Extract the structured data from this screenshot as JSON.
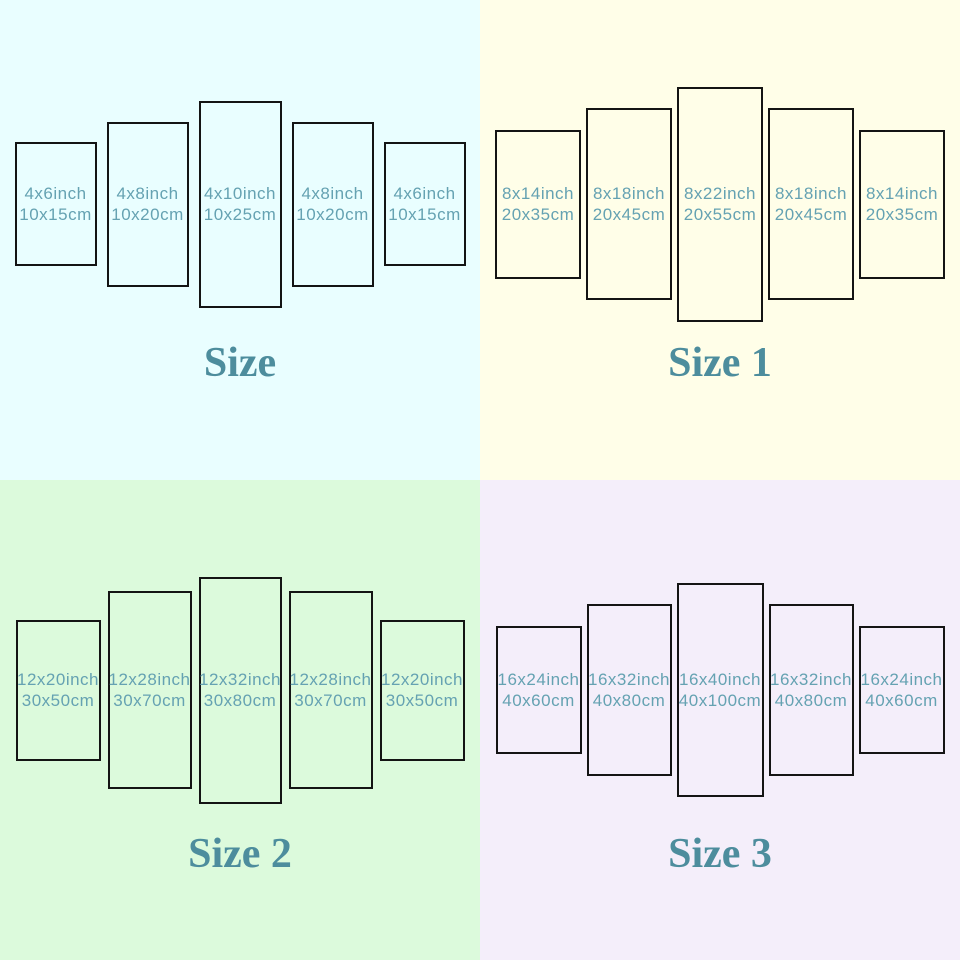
{
  "colors": {
    "label_text": "#65a2b2",
    "title_text": "#4d8d9d",
    "panel_border": "#141414",
    "quadrant_backgrounds": [
      "#e9feff",
      "#fffee8",
      "#dcfadc",
      "#f4eefa"
    ]
  },
  "quadrants": [
    {
      "title": "Size",
      "background": "#e9feff",
      "panels": [
        {
          "inch": "4x6inch",
          "cm": "10x15cm"
        },
        {
          "inch": "4x8inch",
          "cm": "10x20cm"
        },
        {
          "inch": "4x10inch",
          "cm": "10x25cm"
        },
        {
          "inch": "4x8inch",
          "cm": "10x20cm"
        },
        {
          "inch": "4x6inch",
          "cm": "10x15cm"
        }
      ]
    },
    {
      "title": "Size 1",
      "background": "#fffee8",
      "panels": [
        {
          "inch": "8x14inch",
          "cm": "20x35cm"
        },
        {
          "inch": "8x18inch",
          "cm": "20x45cm"
        },
        {
          "inch": "8x22inch",
          "cm": "20x55cm"
        },
        {
          "inch": "8x18inch",
          "cm": "20x45cm"
        },
        {
          "inch": "8x14inch",
          "cm": "20x35cm"
        }
      ]
    },
    {
      "title": "Size 2",
      "background": "#dcfadc",
      "panels": [
        {
          "inch": "12x20inch",
          "cm": "30x50cm"
        },
        {
          "inch": "12x28inch",
          "cm": "30x70cm"
        },
        {
          "inch": "12x32inch",
          "cm": "30x80cm"
        },
        {
          "inch": "12x28inch",
          "cm": "30x70cm"
        },
        {
          "inch": "12x20inch",
          "cm": "30x50cm"
        }
      ]
    },
    {
      "title": "Size 3",
      "background": "#f4eefa",
      "panels": [
        {
          "inch": "16x24inch",
          "cm": "40x60cm"
        },
        {
          "inch": "16x32inch",
          "cm": "40x80cm"
        },
        {
          "inch": "16x40inch",
          "cm": "40x100cm"
        },
        {
          "inch": "16x32inch",
          "cm": "40x80cm"
        },
        {
          "inch": "16x24inch",
          "cm": "40x60cm"
        }
      ]
    }
  ]
}
